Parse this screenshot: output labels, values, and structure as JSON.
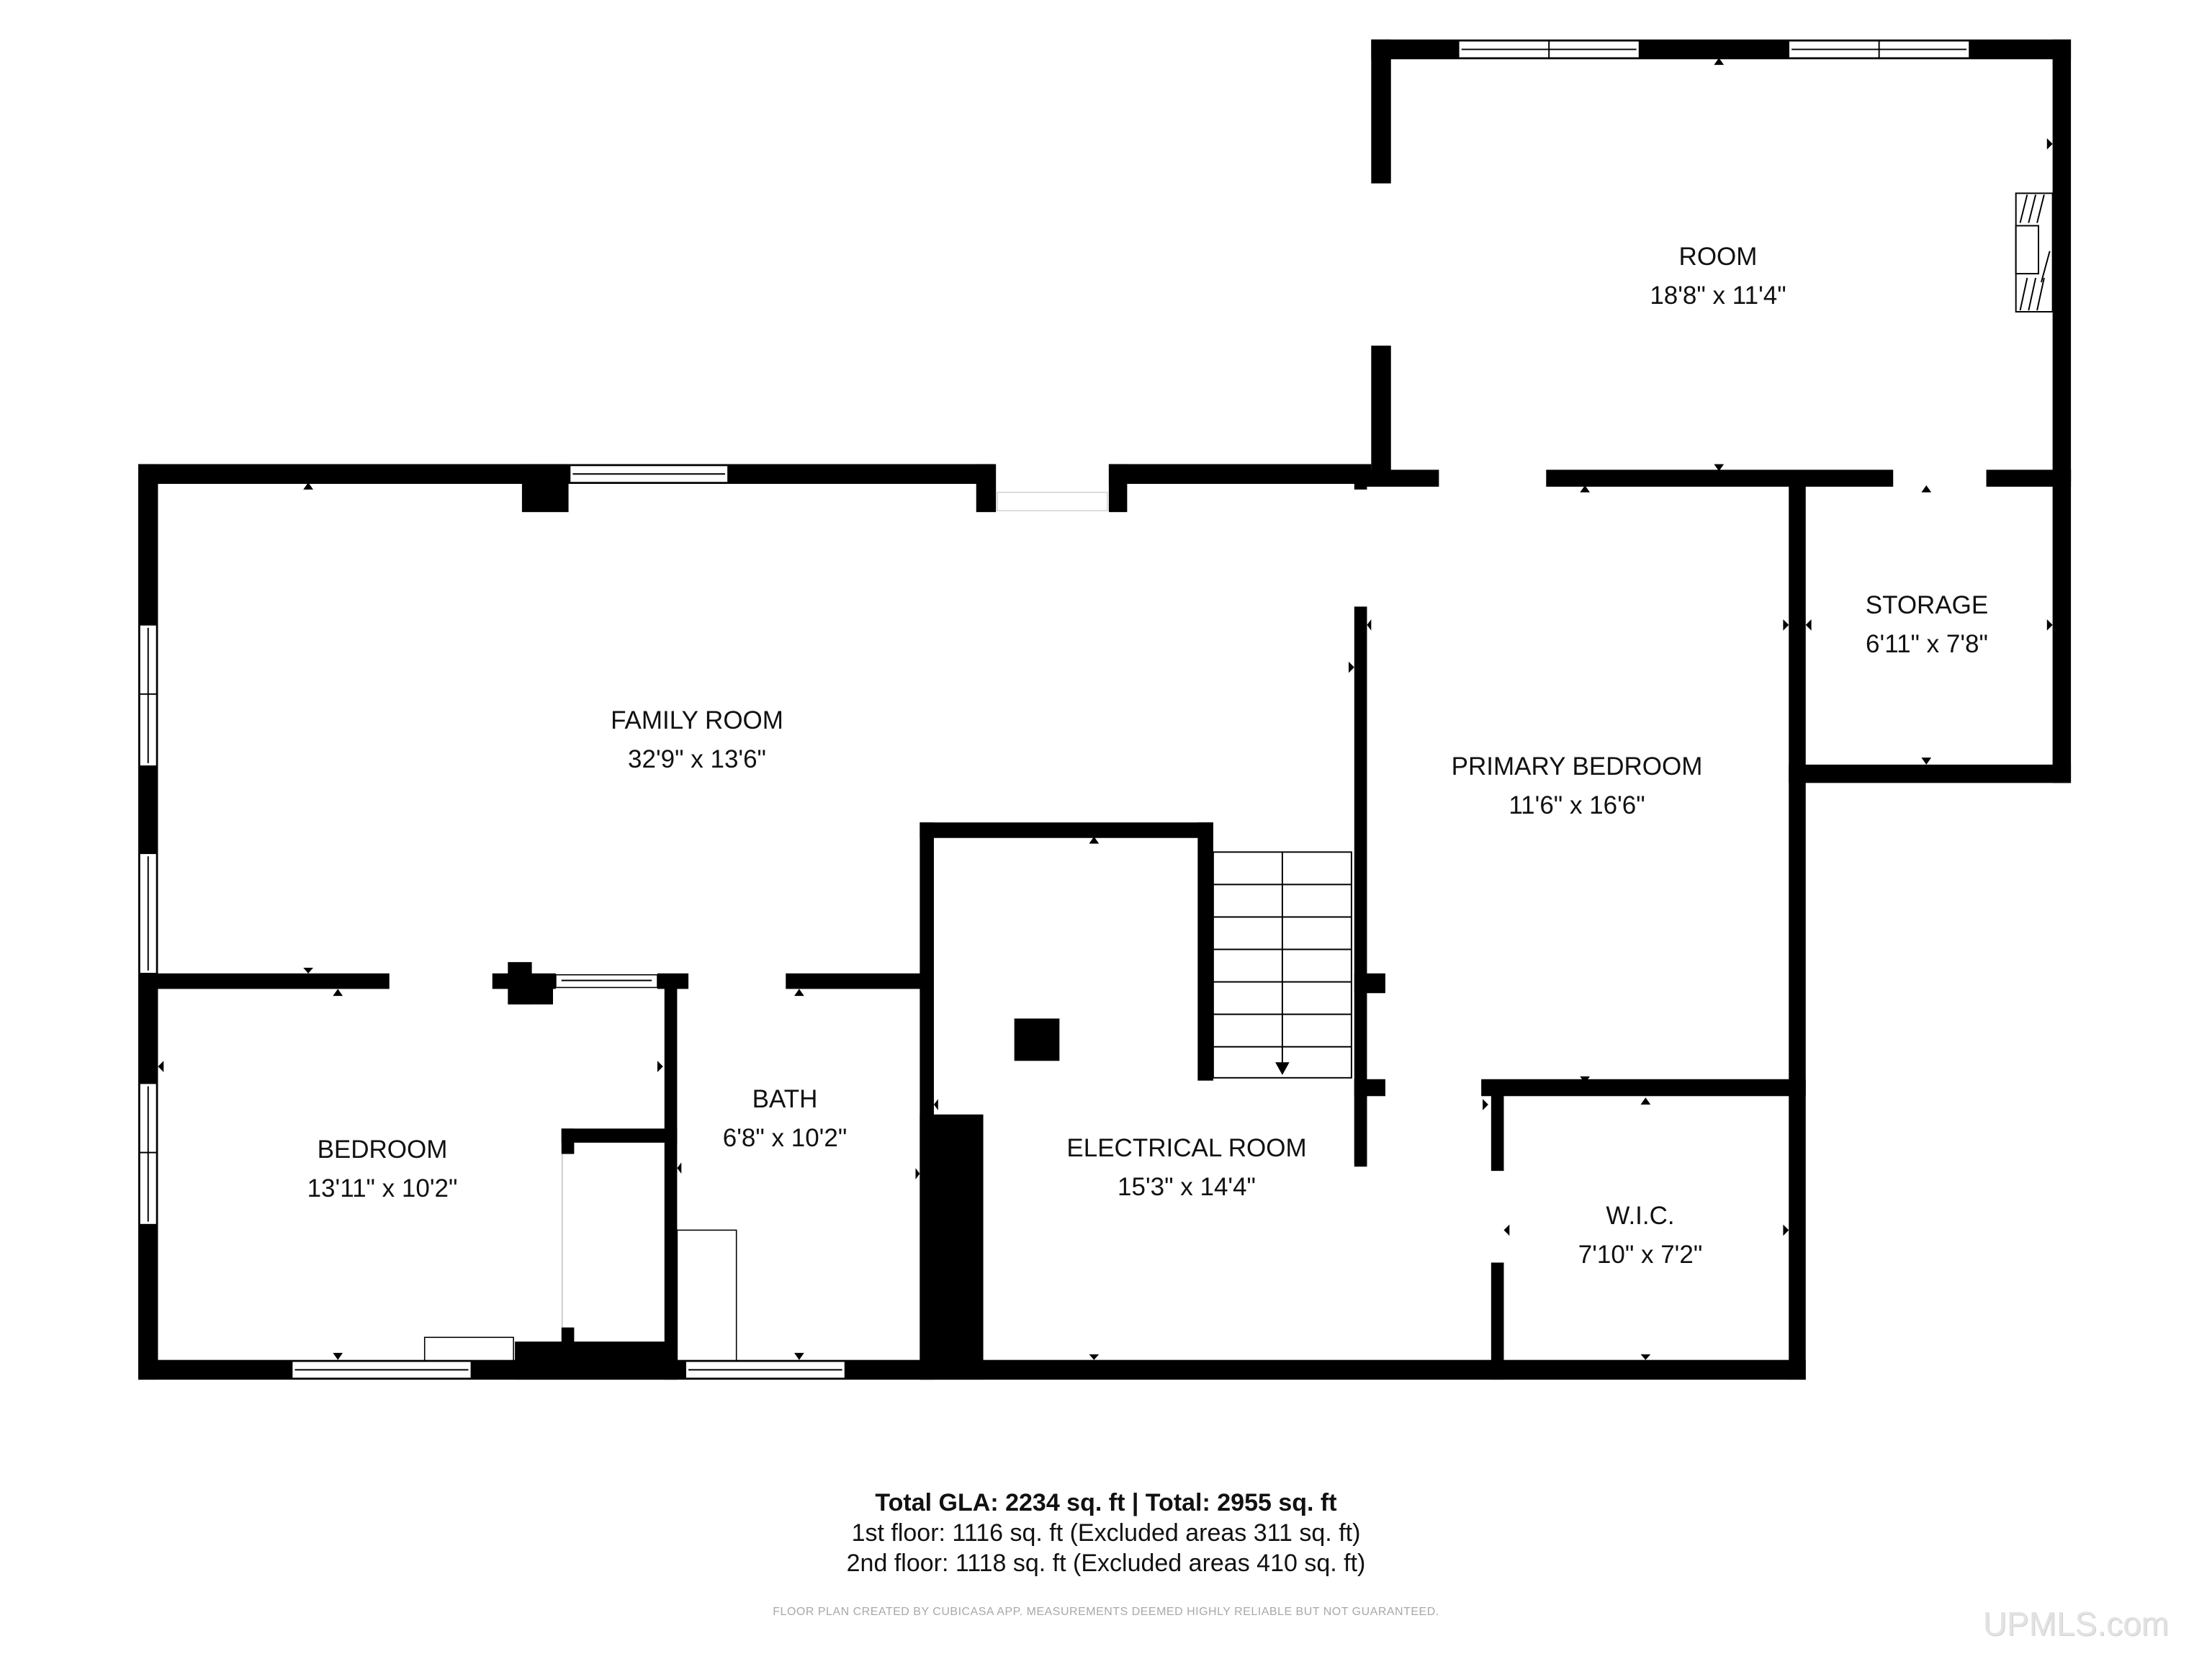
{
  "rooms": [
    {
      "id": "room",
      "name": "ROOM",
      "dims": "18'8\" x 11'4\""
    },
    {
      "id": "family-room",
      "name": "FAMILY ROOM",
      "dims": "32'9\" x 13'6\""
    },
    {
      "id": "primary-bedroom",
      "name": "PRIMARY BEDROOM",
      "dims": "11'6\" x 16'6\""
    },
    {
      "id": "storage",
      "name": "STORAGE",
      "dims": "6'11\" x 7'8\""
    },
    {
      "id": "bedroom",
      "name": "BEDROOM",
      "dims": "13'11\" x 10'2\""
    },
    {
      "id": "bath",
      "name": "BATH",
      "dims": "6'8\" x 10'2\""
    },
    {
      "id": "electrical-room",
      "name": "ELECTRICAL ROOM",
      "dims": "15'3\" x 14'4\""
    },
    {
      "id": "wic",
      "name": "W.I.C.",
      "dims": "7'10\" x 7'2\""
    }
  ],
  "summary": {
    "total": "Total GLA: 2234 sq. ft | Total: 2955 sq. ft",
    "first_floor": "1st floor: 1116 sq. ft (Excluded areas 311 sq. ft)",
    "second_floor": "2nd floor: 1118 sq. ft (Excluded areas 410 sq. ft)"
  },
  "disclaimer": "FLOOR PLAN CREATED BY CUBICASA APP. MEASUREMENTS DEEMED HIGHLY RELIABLE BUT NOT GUARANTEED.",
  "watermark": "UPMLS.com",
  "colors": {
    "wall": "#000000",
    "background": "#ffffff",
    "disclaimer": "#a8a8a8"
  }
}
